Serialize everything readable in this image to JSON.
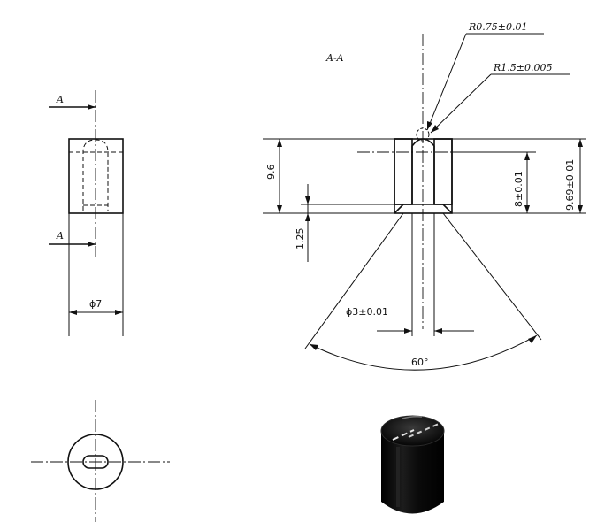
{
  "section": {
    "title": "A-A",
    "marker_top": "A",
    "marker_bottom": "A"
  },
  "dimensions": {
    "diameter_outer": "ϕ7",
    "height_total": "9.6",
    "chamfer_depth": "1.25",
    "bore_depth": "8±0.01",
    "overall_depth": "9.69±0.01",
    "bore_diameter": "ϕ3±0.01",
    "cone_angle": "60°",
    "radius_small": "R0.75±0.01",
    "radius_large": "R1.5±0.005"
  },
  "colors": {
    "line": "#111111",
    "background": "#ffffff",
    "render_body": "#0a0a0a"
  }
}
